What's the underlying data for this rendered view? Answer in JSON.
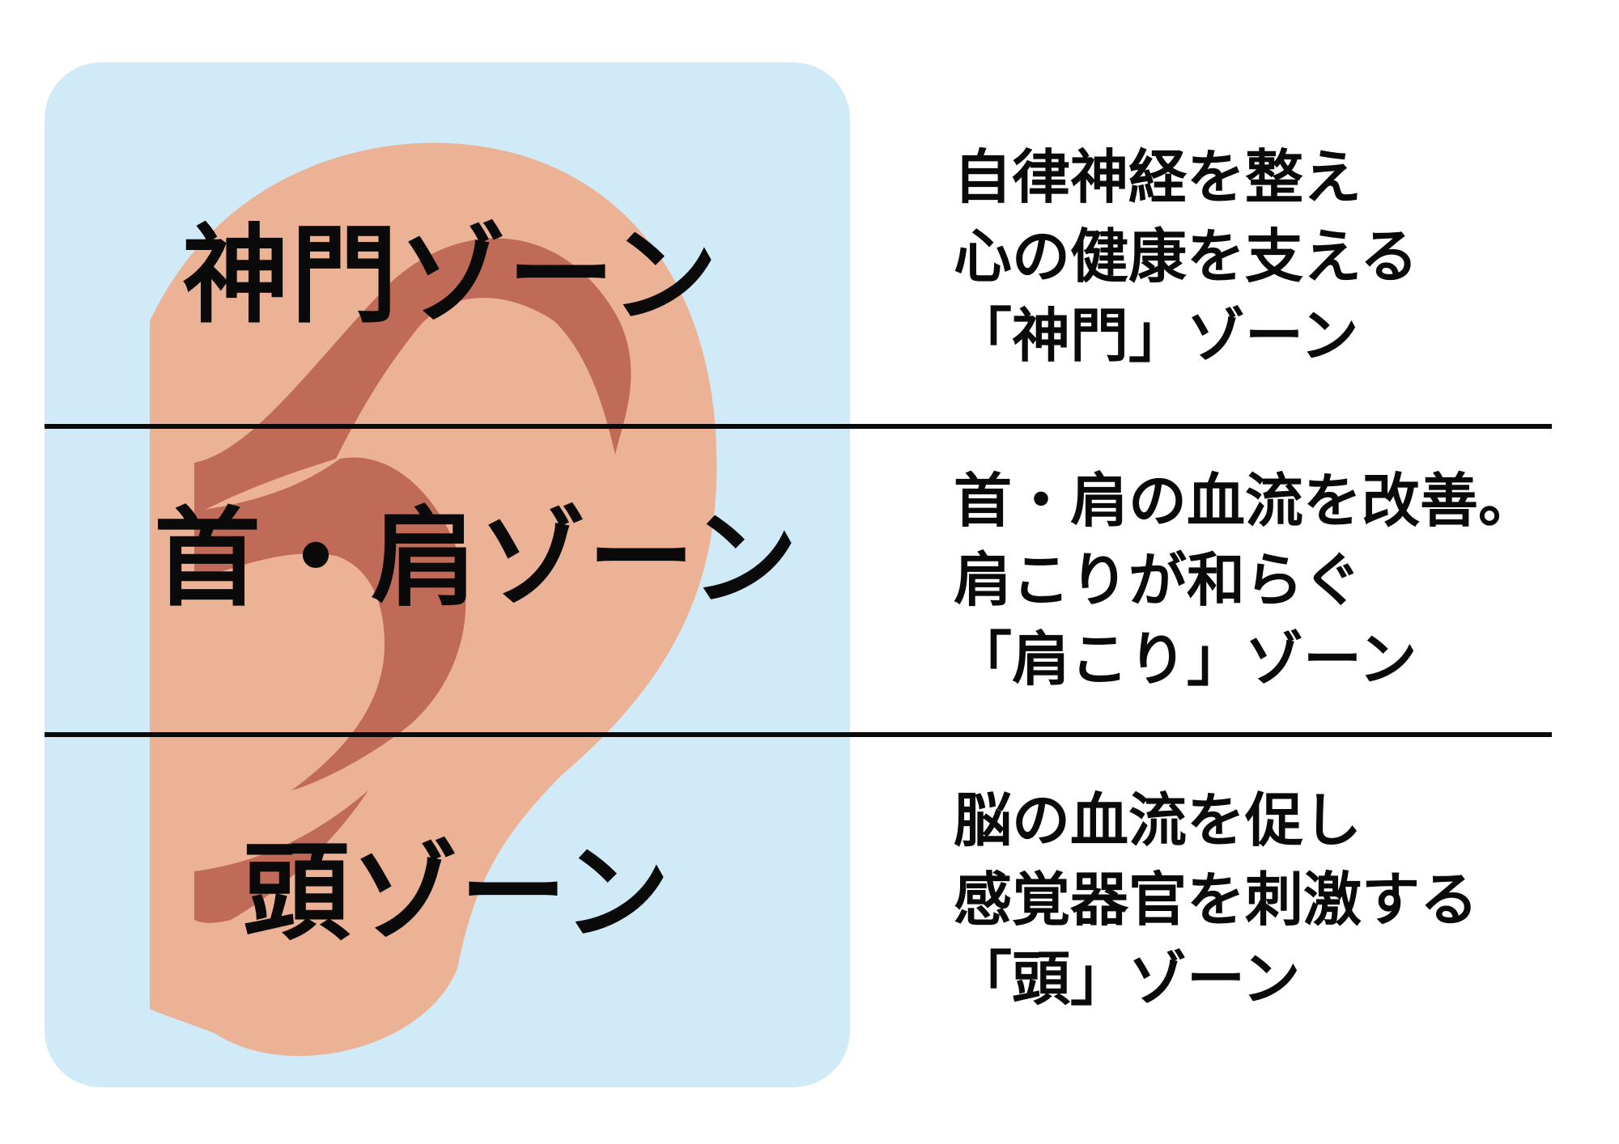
{
  "colors": {
    "panel_background": "#d0ebf7",
    "ear_skin": "#ebb295",
    "ear_inner": "#c06a58",
    "divider": "#0a0a0a",
    "text": "#0a0a0a"
  },
  "zones": [
    {
      "label": "神門ゾーン",
      "description": [
        "自律神経を整え",
        "心の健康を支える",
        "「神門」ゾーン"
      ]
    },
    {
      "label": "首・肩ゾーン",
      "description": [
        "首・肩の血流を改善。",
        "肩こりが和らぐ",
        "「肩こり」ゾーン"
      ]
    },
    {
      "label": "頭ゾーン",
      "description": [
        "脳の血流を促し",
        "感覚器官を刺激する",
        "「頭」ゾーン"
      ]
    }
  ]
}
